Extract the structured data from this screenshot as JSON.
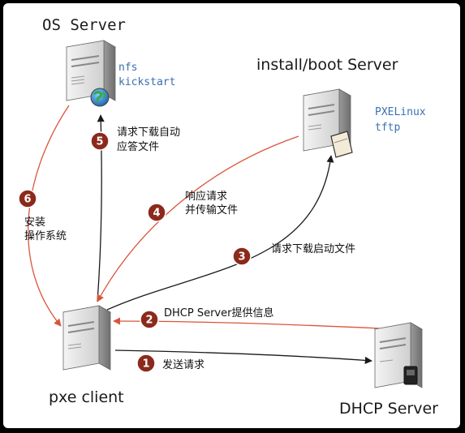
{
  "nodes": {
    "os_server": {
      "title": "OS Server",
      "services": [
        "nfs",
        "kickstart"
      ]
    },
    "install_server": {
      "title": "install/boot Server",
      "services": [
        "PXELinux",
        "tftp"
      ]
    },
    "pxe_client": {
      "title": "pxe client"
    },
    "dhcp_server": {
      "title": "DHCP Server"
    }
  },
  "steps": [
    {
      "num": "1",
      "label": "发送请求"
    },
    {
      "num": "2",
      "label": "DHCP Server提供信息"
    },
    {
      "num": "3",
      "label": "请求下载启动文件"
    },
    {
      "num": "4",
      "lines": [
        "响应请求",
        "并传输文件"
      ]
    },
    {
      "num": "5",
      "lines": [
        "请求下载自动",
        "应答文件"
      ]
    },
    {
      "num": "6",
      "lines": [
        "安装",
        "操作系统"
      ]
    }
  ],
  "colors": {
    "request_arrow": "#1a1a1a",
    "response_arrow": "#d9553a",
    "badge": "#8b2a1c",
    "service_text": "#3a6fb0"
  }
}
